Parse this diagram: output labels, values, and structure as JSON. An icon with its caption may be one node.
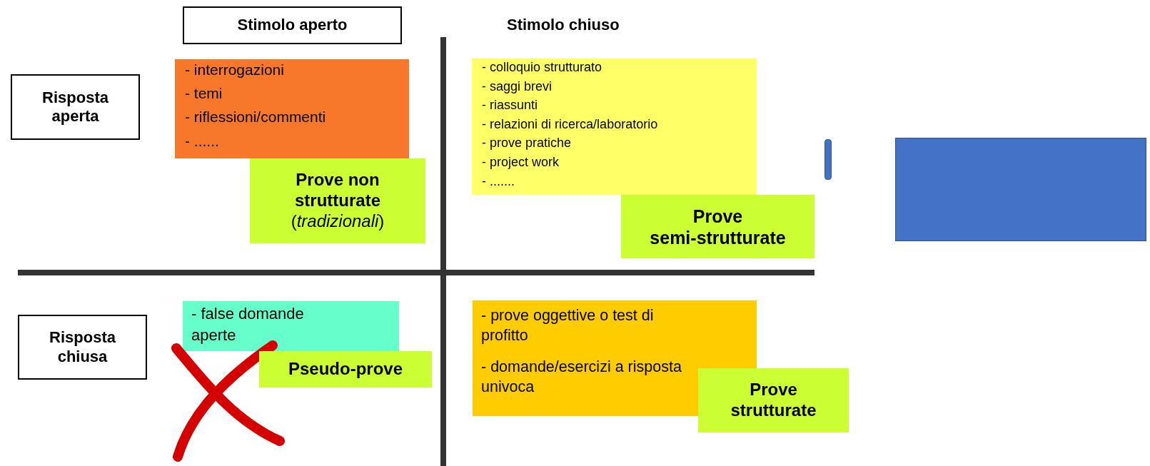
{
  "diagram": {
    "nodes": [
      {
        "text": [
          "Stimolo aperto"
        ]
      },
      {
        "text": [
          "Risposta aperta"
        ]
      },
      {
        "text": [
          "- interrogazioni",
          "- temi",
          "- riflessioni/commenti",
          "- ......"
        ]
      },
      {
        "text": [
          "Prove non strutturate",
          "(*tradizionali*)"
        ]
      },
      {
        "text": [
          "- colloquio strutturato",
          "- saggi brevi",
          "- riassunti",
          "- relazioni di ricerca/laboratorio",
          "- prove pratiche",
          "- project work",
          "- ......."
        ]
      },
      {
        "text": [
          "Prove semi-strutturate"
        ]
      },
      {
        "text": [],
        "shape": "bar"
      },
      {
        "text": [],
        "shape": "box"
      },
      {
        "text": [
          "Risposta chiusa"
        ]
      },
      {
        "text": [
          "- false domande aperte"
        ]
      },
      {
        "text": [
          "Pseudo-prove"
        ]
      },
      {
        "text": [
          "- prove oggettive o test di profitto",
          "- domande/esercizi a risposta univoca"
        ]
      },
      {
        "text": [
          "Prove strutturate"
        ]
      }
    ],
    "labels": [
      "Stimolo chiuso"
    ]
  }
}
